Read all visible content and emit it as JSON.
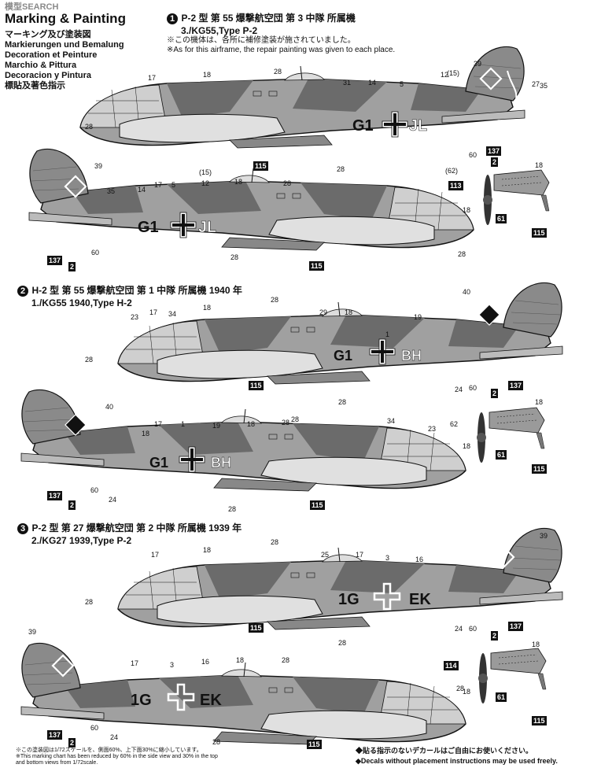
{
  "watermark": "模型SEARCH",
  "title": {
    "main": "Marking & Painting",
    "langs": [
      "マーキング及び塗装図",
      "Markierungen und Bemalung",
      "Decoration et Peinture",
      "Marchio & Pittura",
      "Decoracion y Pintura",
      "標貼及著色指示"
    ]
  },
  "schemes": [
    {
      "num": "1",
      "title_jp": "P-2 型 第 55 爆撃航空団 第 3 中隊 所属機",
      "title_en": "3./KG55,Type P-2",
      "note_jp": "※この機体は、各所に補修塗装が施されていました。",
      "note_en": "※As for this airframe, the repair painting was given to each place.",
      "code_left": "G1",
      "code_right": "JL"
    },
    {
      "num": "2",
      "title_jp": "H-2 型 第 55 爆撃航空団 第 1 中隊 所属機 1940 年",
      "title_en": "1./KG55 1940,Type H-2",
      "code_left": "G1",
      "code_right": "BH"
    },
    {
      "num": "3",
      "title_jp": "P-2 型 第 27 爆撃航空団 第 2 中隊 所属機 1939 年",
      "title_en": "2./KG27 1939,Type P-2",
      "code_left": "1G",
      "code_right": "EK"
    }
  ],
  "callouts": {
    "s1_top": [
      "17",
      "18",
      "28",
      "31",
      "14",
      "5",
      "12",
      "(15)",
      "39",
      "27",
      "35",
      "28",
      "60",
      "137",
      "2",
      "28",
      "115"
    ],
    "s1_bot": [
      "39",
      "35",
      "14",
      "17",
      "5",
      "12",
      "(15)",
      "18",
      "28",
      "137",
      "2",
      "60",
      "28",
      "115",
      "28",
      "(62)",
      "113",
      "18",
      "61",
      "18",
      "115"
    ],
    "s2_top": [
      "23",
      "17",
      "34",
      "18",
      "28",
      "29",
      "18",
      "1",
      "19",
      "40",
      "28",
      "115",
      "28",
      "24",
      "60",
      "2",
      "137"
    ],
    "s2_bot": [
      "40",
      "17",
      "18",
      "1",
      "19",
      "18",
      "28",
      "34",
      "23",
      "137",
      "2",
      "60",
      "24",
      "28",
      "115",
      "28",
      "62",
      "18",
      "61",
      "18",
      "115"
    ],
    "s3_top": [
      "17",
      "18",
      "28",
      "25",
      "17",
      "3",
      "16",
      "39",
      "28",
      "28",
      "115",
      "24",
      "60",
      "2",
      "137"
    ],
    "s3_bot": [
      "39",
      "17",
      "3",
      "16",
      "18",
      "28",
      "28",
      "114",
      "18",
      "61",
      "18",
      "115",
      "137",
      "2",
      "60",
      "24",
      "28",
      "115"
    ]
  },
  "footer": {
    "left_jp": "※この塗装図は1/72スケールを、側面60%、上下面30%に縮小しています。",
    "left_en1": "※This marking chart has been reduced by 60% in the side view and 30% in the top",
    "left_en2": "and bottom views from 1/72scale.",
    "right_jp": "◆貼る指示のないデカールはご自由にお使いください。",
    "right_en": "◆Decals without placement instructions may be used freely."
  },
  "colors": {
    "dark_camo": "#6b6b6b",
    "mid_camo": "#9a9a9a",
    "light_under": "#d6d6d6",
    "outline": "#111111"
  }
}
